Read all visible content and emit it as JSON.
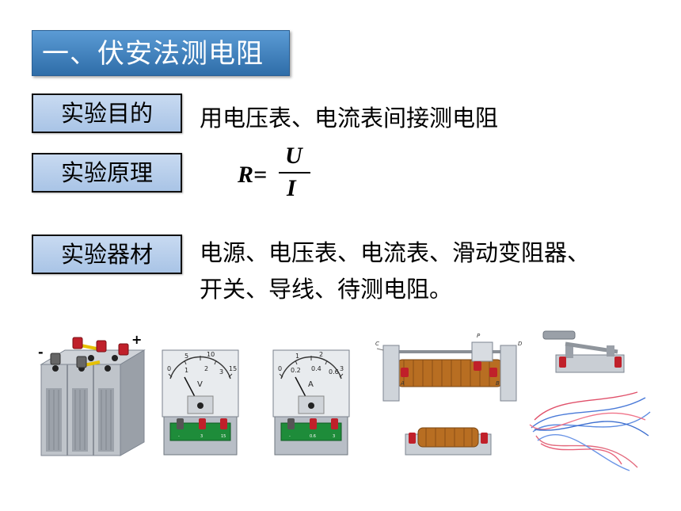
{
  "title": "一、伏安法测电阻",
  "rows": {
    "purpose": {
      "label": "实验目的",
      "text": "用电压表、电流表间接测电阻"
    },
    "principle": {
      "label": "实验原理",
      "formula": {
        "lhs": "R=",
        "numerator": "U",
        "denominator": "I"
      }
    },
    "materials": {
      "label": "实验器材",
      "line1": "电源、电压表、电流表、滑动变阻器、",
      "line2": "开关、导线、待测电阻。"
    }
  },
  "images": {
    "battery": {
      "minus": "-",
      "plus": "+"
    },
    "voltmeter": {
      "letter": "V",
      "scale": [
        "0",
        "5",
        "10",
        "15"
      ],
      "scale_inner": [
        "1",
        "2",
        "3"
      ],
      "terminals": [
        "-",
        "3",
        "15"
      ]
    },
    "ammeter": {
      "letter": "A",
      "scale": [
        "0",
        "1",
        "2",
        "3"
      ],
      "scale_inner": [
        "0.2",
        "0.4",
        "0.6"
      ],
      "terminals": [
        "-",
        "0.6",
        "3"
      ]
    },
    "rheostat": {
      "labels": [
        "C",
        "P",
        "D",
        "A",
        "B"
      ]
    }
  }
}
